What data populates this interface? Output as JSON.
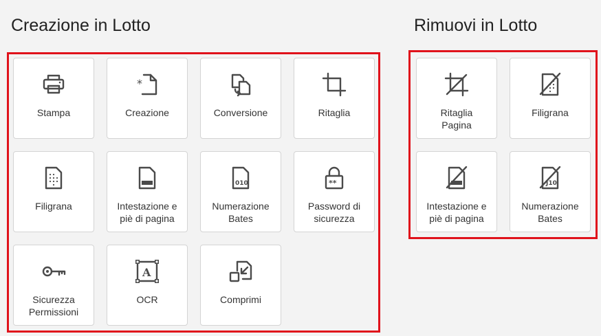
{
  "create": {
    "title": "Creazione in Lotto",
    "tiles": [
      {
        "label": "Stampa",
        "icon": "printer-icon"
      },
      {
        "label": "Creazione",
        "icon": "new-document-icon"
      },
      {
        "label": "Conversione",
        "icon": "convert-icon"
      },
      {
        "label": "Ritaglia",
        "icon": "crop-icon"
      },
      {
        "label": "Filigrana",
        "icon": "watermark-icon"
      },
      {
        "label": "Intestazione e\npiè di pagina",
        "icon": "header-footer-icon"
      },
      {
        "label": "Numerazione\nBates",
        "icon": "bates-numbering-icon"
      },
      {
        "label": "Password di\nsicurezza",
        "icon": "lock-icon"
      },
      {
        "label": "Sicurezza\nPermissioni",
        "icon": "key-icon"
      },
      {
        "label": "OCR",
        "icon": "ocr-icon"
      },
      {
        "label": "Comprimi",
        "icon": "compress-icon"
      }
    ]
  },
  "remove": {
    "title": "Rimuovi in Lotto",
    "tiles": [
      {
        "label": "Ritaglia\nPagina",
        "icon": "remove-crop-icon"
      },
      {
        "label": "Filigrana",
        "icon": "remove-watermark-icon"
      },
      {
        "label": "Intestazione e\npiè di pagina",
        "icon": "remove-header-footer-icon"
      },
      {
        "label": "Numerazione\nBates",
        "icon": "remove-bates-icon"
      }
    ]
  },
  "colors": {
    "frame": "#e0121b",
    "tile_bg": "#ffffff",
    "icon": "#4a4a4a",
    "background": "#f3f3f3"
  }
}
